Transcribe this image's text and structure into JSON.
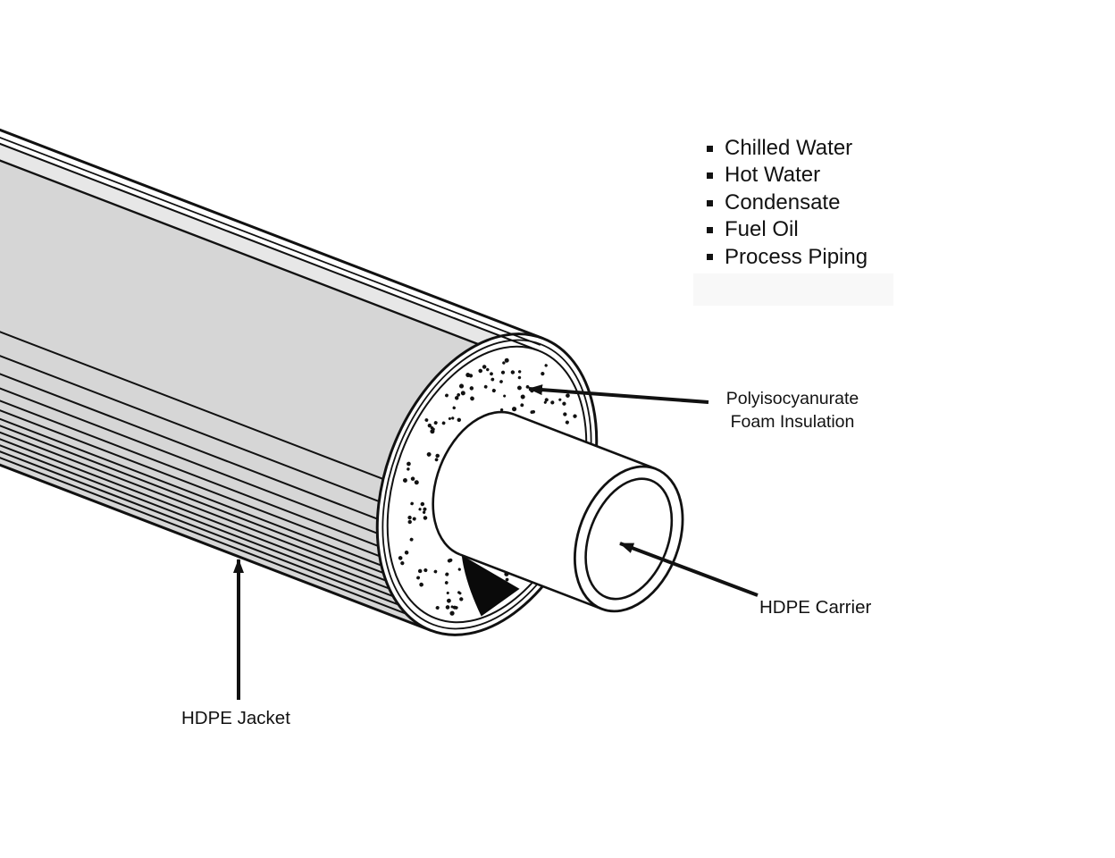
{
  "diagram": {
    "title_hint": "Pre-insulated pipe cutaway diagram",
    "applications": {
      "items": [
        "Chilled Water",
        "Hot Water",
        "Condensate",
        "Fuel Oil",
        "Process Piping"
      ]
    },
    "callouts": {
      "insulation": {
        "line1": "Polyisocyanurate",
        "line2": "Foam Insulation"
      },
      "carrier": "HDPE Carrier",
      "jacket": "HDPE Jacket"
    },
    "colors": {
      "pipe_gray": "#d6d6d6",
      "pipe_light_band": "#e7e7e7",
      "rim_white": "#ffffff",
      "ink": "#111111",
      "shadow_wedge": "#0a0a0a"
    }
  }
}
